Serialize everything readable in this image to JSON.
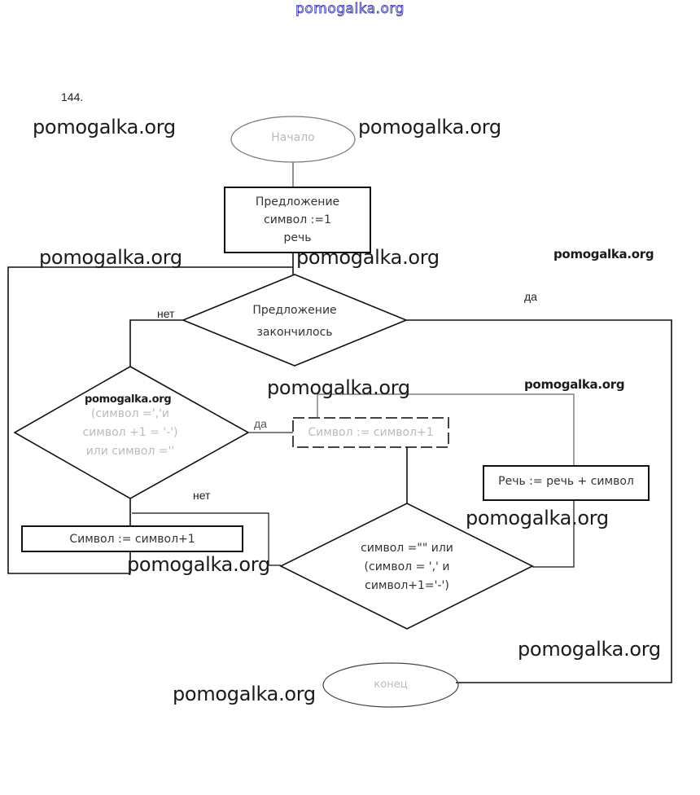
{
  "watermarks": {
    "site": "pomogalka.org"
  },
  "problem_number": "144.",
  "flowchart": {
    "start": "Начало",
    "init_block": [
      "Предложение",
      "символ :=1",
      "речь"
    ],
    "decision_sentence_end": [
      "Предложение",
      "закончилось"
    ],
    "decision_sentence_end_no": "нет",
    "decision_sentence_end_yes": "да",
    "decision_left": [
      "(символ =','и",
      "символ +1 = '-')",
      "или символ =''"
    ],
    "decision_left_yes": "да",
    "decision_left_no": "нет",
    "process_increment_right": "Символ := символ+1",
    "process_increment_left": "Символ := символ+1",
    "process_append": "Речь := речь + символ",
    "decision_inner": [
      "символ =\"\" или",
      "(символ = ',' и",
      "символ+1='-')"
    ],
    "end": "конец"
  },
  "colors": {
    "line": "#111111",
    "watermark_top": "#3a3ab0",
    "faded_text": "#bbbbbb"
  }
}
